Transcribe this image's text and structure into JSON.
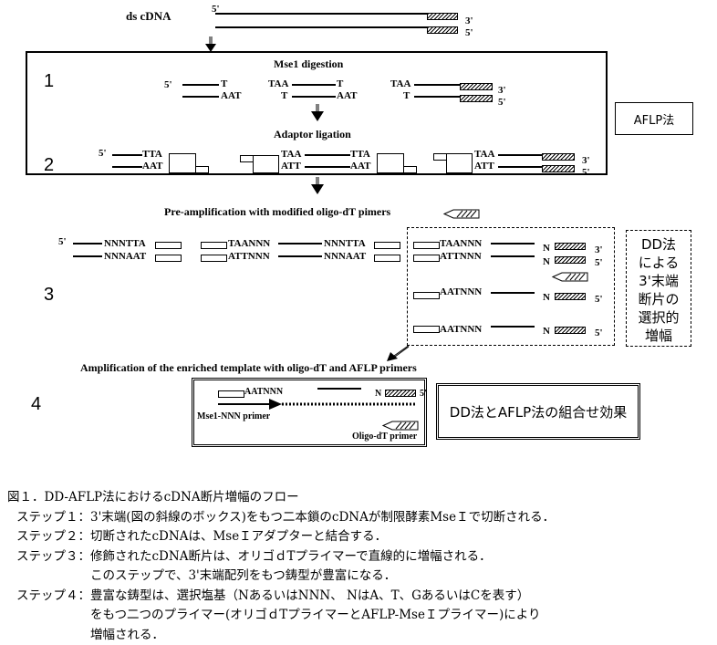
{
  "top": {
    "label": "ds cDNA",
    "five": "5'",
    "three": "3'",
    "five2": "5'"
  },
  "step1": {
    "num": "1",
    "title": "Mse1 digestion",
    "frag_a": {
      "five": "5'",
      "top_end": "T",
      "bot_end": "AAT"
    },
    "frag_b": {
      "top_start": "TAA",
      "top_end": "T",
      "bot_start": "T",
      "bot_end": "AAT"
    },
    "frag_c": {
      "top_start": "TAA",
      "bot_start": "T",
      "three": "3'",
      "five": "5'"
    }
  },
  "step2": {
    "num": "2",
    "title": "Adaptor ligation",
    "frag_a": {
      "five": "5'",
      "top": "TTA",
      "bot": "AAT"
    },
    "frag_b": {
      "top_start": "TAA",
      "top_end": "TTA",
      "bot_start": "ATT",
      "bot_end": "AAT"
    },
    "frag_c": {
      "top": "TAA",
      "bot": "ATT",
      "three": "3'",
      "five": "5'"
    }
  },
  "aflp_label": "AFLP法",
  "step3": {
    "num": "3",
    "title": "Pre-amplification with modified oligo-dT pimers",
    "frag_a": {
      "five": "5'",
      "top": "NNNTTA",
      "bot": "NNNAAT"
    },
    "frag_b": {
      "top_start": "TAANNN",
      "top_end": "NNNTTA",
      "bot_start": "ATTNNN",
      "bot_end": "NNNAAT"
    },
    "frag_c": {
      "top": "TAANNN",
      "bot": "ATTNNN",
      "n": "N",
      "three": "3'",
      "five": "5'"
    },
    "frag_d": {
      "seq": "AATNNN",
      "n": "N",
      "five": "5'"
    },
    "frag_e": {
      "seq": "AATNNN",
      "n": "N",
      "five": "5'"
    }
  },
  "dd_label": [
    "DD法",
    "による",
    "3'末端",
    "断片の",
    "選択的",
    "増幅"
  ],
  "step4": {
    "num": "4",
    "title": "Amplification of the enriched template with oligo-dT and AFLP primers",
    "seq": "AATNNN",
    "n": "N",
    "five": "5'",
    "primer_left": "Mse1-NNN primer",
    "primer_right": "Oligo-dT primer"
  },
  "combo_label": "DD法とAFLP法の組合せ効果",
  "caption": {
    "title": "図１．DD-AFLP法におけるcDNA断片増幅のフロー",
    "lines": [
      "ステップ１：3'末端(図の斜線のボックス)をもつ二本鎖のcDNAが制限酵素MseＩで切断される．",
      "ステップ２：切断されたcDNAは、MseＩアダプターと結合する．",
      "ステップ３：修飾されたcDNA断片は、オリゴｄTプライマーで直線的に増幅される．",
      "　　　　　　このステップで、3'末端配列をもつ鋳型が豊富になる．",
      "ステップ４：豊富な鋳型は、選択塩基（NあるいはNNN、 NはA、T、GあるいはCを表す）",
      "　　　　　　をもつ二つのプライマー(オリゴｄTプライマーとAFLP-MseＩプライマー)により",
      "　　　　　　増幅される．"
    ]
  }
}
